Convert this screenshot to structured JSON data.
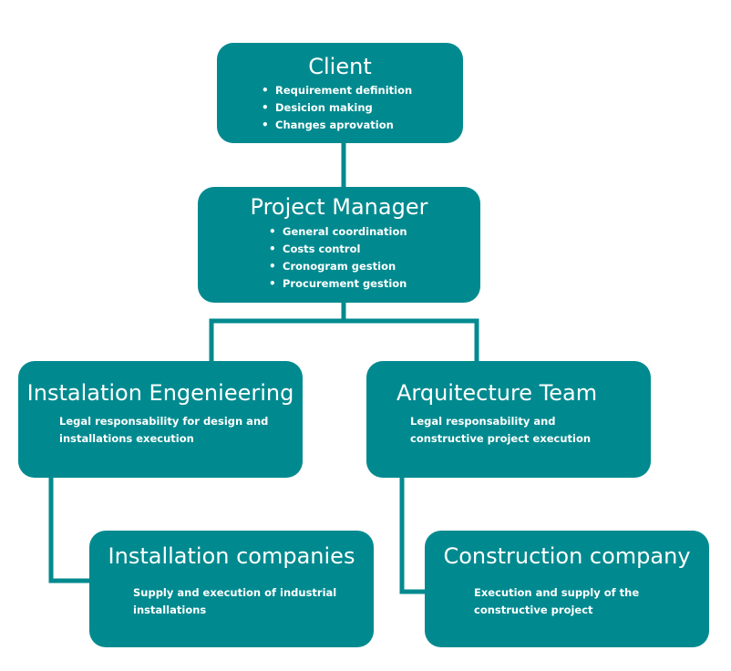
{
  "colors": {
    "box_fill": "#008a8f",
    "connector": "#008a8f",
    "text": "#ffffff",
    "background": "#ffffff"
  },
  "nodes": {
    "client": {
      "title": "Client",
      "items": [
        "Requirement definition",
        "Desicion making",
        "Changes aprovation"
      ]
    },
    "project_manager": {
      "title": "Project Manager",
      "items": [
        "General coordination",
        "Costs control",
        "Cronogram gestion",
        "Procurement gestion"
      ]
    },
    "installation_engineering": {
      "title": "Instalation Engenieering",
      "description": "Legal responsability for design and installations execution"
    },
    "architecture_team": {
      "title": "Arquitecture Team",
      "description": "Legal responsability and constructive project execution"
    },
    "installation_companies": {
      "title": "Installation companies",
      "description": "Supply and execution of industrial installations"
    },
    "construction_company": {
      "title": "Construction company",
      "description": "Execution and supply of the constructive project"
    }
  },
  "edges": [
    {
      "from": "client",
      "to": "project_manager"
    },
    {
      "from": "project_manager",
      "to": "installation_engineering"
    },
    {
      "from": "project_manager",
      "to": "architecture_team"
    },
    {
      "from": "installation_engineering",
      "to": "installation_companies"
    },
    {
      "from": "architecture_team",
      "to": "construction_company"
    }
  ]
}
